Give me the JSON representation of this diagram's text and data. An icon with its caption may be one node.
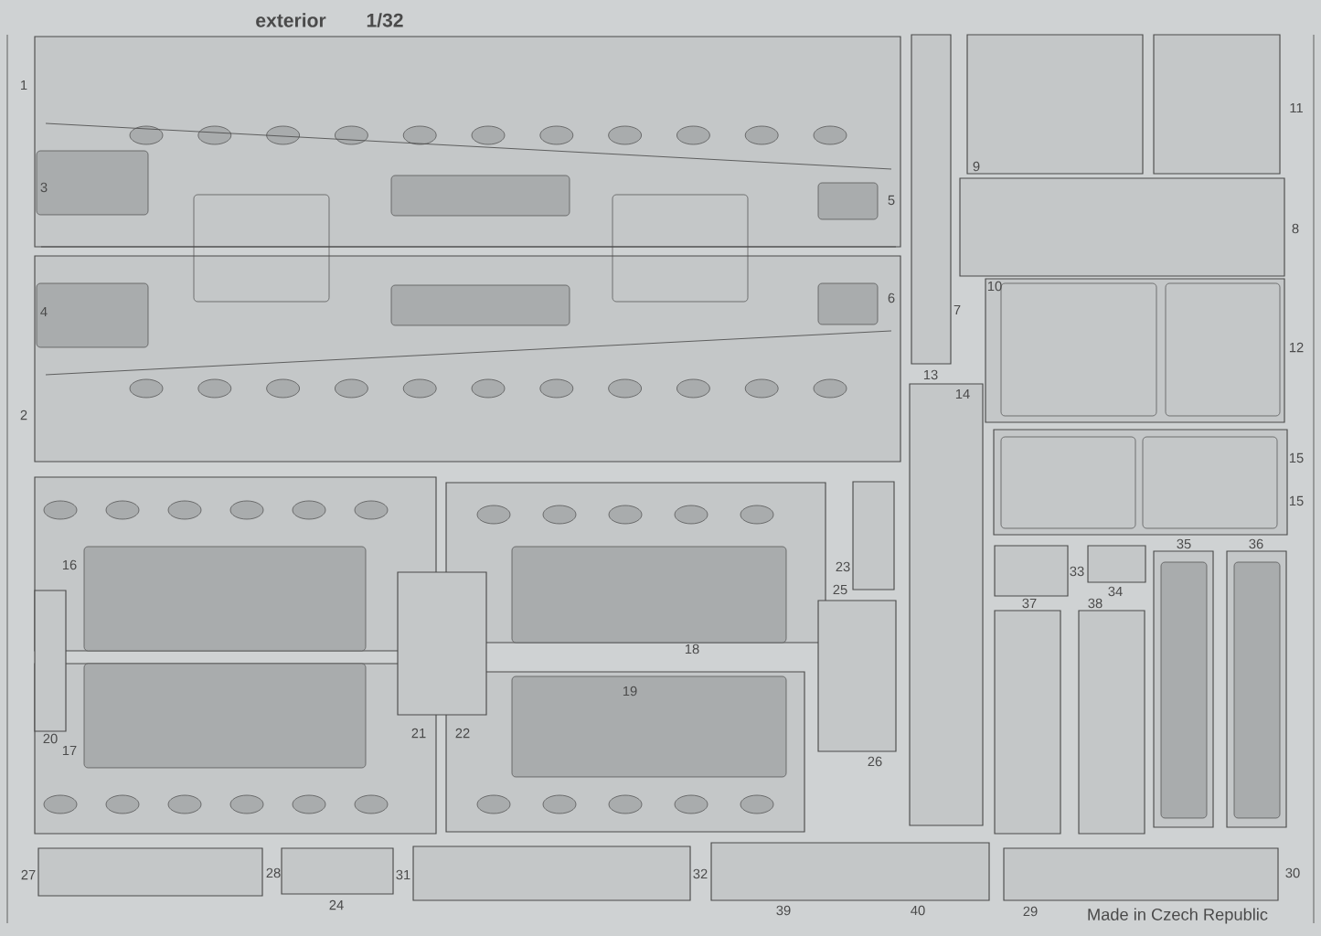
{
  "diagram": {
    "labels": [
      "exterior",
      "1/32",
      "1",
      "3",
      "5",
      "9",
      "11",
      "8",
      "10",
      "7",
      "6",
      "4",
      "12",
      "2",
      "13",
      "14",
      "15",
      "15",
      "35",
      "36",
      "16",
      "23",
      "33",
      "25",
      "34",
      "37",
      "38",
      "18",
      "19",
      "21",
      "22",
      "20",
      "17",
      "26",
      "27",
      "28",
      "31",
      "32",
      "30",
      "24",
      "39",
      "40",
      "29",
      "Made in Czech Republic"
    ]
  }
}
